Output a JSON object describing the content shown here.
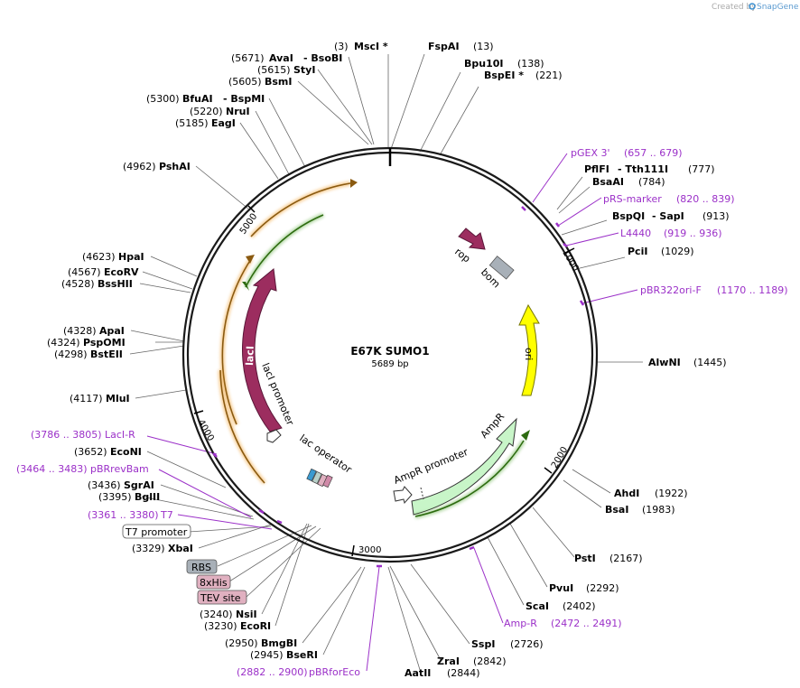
{
  "credit": {
    "prefix": "Created by",
    "brand": "SnapGene"
  },
  "plasmid": {
    "name": "E67K SUMO1",
    "length": "5689 bp"
  },
  "ticks": {
    "t1000": "1000",
    "t2000": "2000",
    "t3000": "3000",
    "t4000": "4000",
    "t5000": "5000"
  },
  "features": {
    "rop": "rop",
    "bom": "bom",
    "ori": "ori",
    "ampr": "AmpR",
    "ampr_promoter": "AmpR promoter",
    "laci": "lacI",
    "laci_promoter": "lacI promoter",
    "lac_operator": "lac operator"
  },
  "boxes": {
    "t7p": "T7 promoter",
    "rbs": "RBS",
    "his": "8xHis",
    "tev": "TEV site"
  },
  "right_sites": [
    {
      "pos": "(3)",
      "name": "MscI *"
    },
    {
      "name": "FspAI",
      "pos": "(13)"
    },
    {
      "name": "Bpu10I",
      "pos": "(138)"
    },
    {
      "name": "BspEI *",
      "pos": "(221)"
    },
    {
      "name": "PflFI",
      "name2": "- Tth111I",
      "pos": "(777)"
    },
    {
      "name": "BsaAI",
      "pos": "(784)"
    },
    {
      "name": "BspQI",
      "name2": "- SapI",
      "pos": "(913)"
    },
    {
      "name": "PciI",
      "pos": "(1029)"
    },
    {
      "name": "AlwNI",
      "pos": "(1445)"
    },
    {
      "name": "AhdI",
      "pos": "(1922)"
    },
    {
      "name": "BsaI",
      "pos": "(1983)"
    },
    {
      "name": "PstI",
      "pos": "(2167)"
    },
    {
      "name": "PvuI",
      "pos": "(2292)"
    },
    {
      "name": "ScaI",
      "pos": "(2402)"
    },
    {
      "name": "SspI",
      "pos": "(2726)"
    },
    {
      "name": "ZraI",
      "pos": "(2842)"
    },
    {
      "name": "AatII",
      "pos": "(2844)"
    }
  ],
  "left_sites": [
    {
      "pos": "(5671)",
      "name": "AvaI",
      "name2": "- BsoBI"
    },
    {
      "pos": "(5615)",
      "name": "StyI"
    },
    {
      "pos": "(5605)",
      "name": "BsmI"
    },
    {
      "pos": "(5300)",
      "name": "BfuAI",
      "name2": "- BspMI"
    },
    {
      "pos": "(5220)",
      "name": "NruI"
    },
    {
      "pos": "(5185)",
      "name": "EagI"
    },
    {
      "pos": "(4962)",
      "name": "PshAI"
    },
    {
      "pos": "(4623)",
      "name": "HpaI"
    },
    {
      "pos": "(4567)",
      "name": "EcoRV"
    },
    {
      "pos": "(4528)",
      "name": "BssHII"
    },
    {
      "pos": "(4328)",
      "name": "ApaI"
    },
    {
      "pos": "(4324)",
      "name": "PspOMI"
    },
    {
      "pos": "(4298)",
      "name": "BstEII"
    },
    {
      "pos": "(4117)",
      "name": "MluI"
    },
    {
      "pos": "(3652)",
      "name": "EcoNI"
    },
    {
      "pos": "(3436)",
      "name": "SgrAI"
    },
    {
      "pos": "(3395)",
      "name": "BglII"
    },
    {
      "pos": "(3329)",
      "name": "XbaI"
    },
    {
      "pos": "(3240)",
      "name": "NsiI"
    },
    {
      "pos": "(3230)",
      "name": "EcoRI"
    },
    {
      "pos": "(2950)",
      "name": "BmgBI"
    },
    {
      "pos": "(2945)",
      "name": "BseRI"
    }
  ],
  "primers": [
    {
      "name": "pGEX 3'",
      "range": "(657 .. 679)"
    },
    {
      "name": "pRS-marker",
      "range": "(820 .. 839)"
    },
    {
      "name": "L4440",
      "range": "(919 .. 936)"
    },
    {
      "name": "pBR322ori-F",
      "range": "(1170 .. 1189)"
    },
    {
      "name": "Amp-R",
      "range": "(2472 .. 2491)"
    },
    {
      "range": "(2882 .. 2900)",
      "name": "pBRforEco"
    },
    {
      "range": "(3786 .. 3805)",
      "name": "LacI-R"
    },
    {
      "range": "(3464 .. 3483)",
      "name": "pBRrevBam"
    },
    {
      "range": "(3361 .. 3380)",
      "name": "T7"
    }
  ],
  "colors": {
    "backbone": "#1a1a1a",
    "primer": "#9b30c8",
    "laci": "#9c2d5f",
    "ori": "#ffff00",
    "ampr": "#c8f5c8",
    "bom": "#a8b0b8",
    "orange": "#f0a030",
    "green": "#44a020"
  }
}
